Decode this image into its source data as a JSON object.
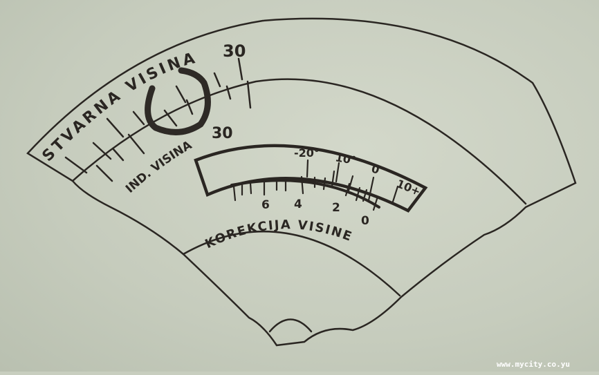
{
  "diagram": {
    "outer_scale": {
      "label": "STVARNA VISINA",
      "value_label": "30"
    },
    "inner_scale": {
      "label": "IND. VISINA",
      "value_label": "30"
    },
    "temperature_window": {
      "ticks": [
        "-20°",
        "10°",
        "0",
        "10+"
      ]
    },
    "correction_scale": {
      "ticks": [
        "6",
        "4",
        "2",
        "0"
      ]
    },
    "bottom_label": "KOREKCIJA VISINE"
  },
  "watermark": "www.mycity.co.yu",
  "colors": {
    "ink": "#2a2622",
    "paper": "#c8cebf"
  }
}
